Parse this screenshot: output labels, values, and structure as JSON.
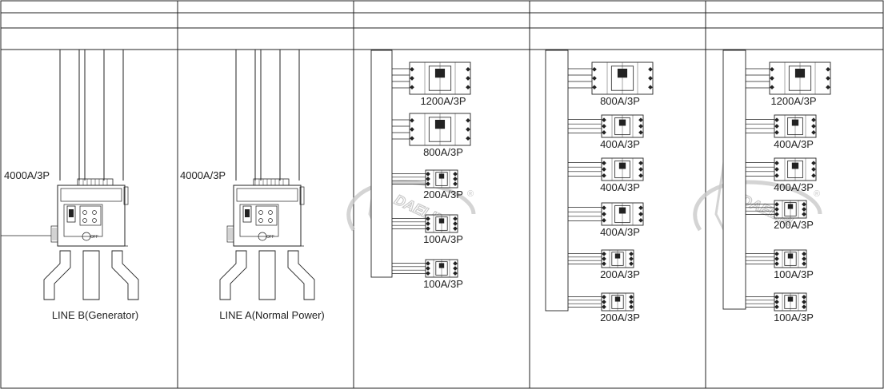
{
  "panels": [
    {
      "id": "gen",
      "incomer_label": "4000A/3P",
      "line_label": "LINE B(Generator)",
      "breaker_off_text": "OFF"
    },
    {
      "id": "normal",
      "incomer_label": "4000A/3P",
      "line_label": "LINE A(Normal Power)",
      "breaker_off_text": "OFF"
    },
    {
      "id": "feeder1",
      "feeders": [
        {
          "label": "1200A/3P",
          "size": "large"
        },
        {
          "label": "800A/3P",
          "size": "large"
        },
        {
          "label": "200A/3P",
          "size": "small"
        },
        {
          "label": "100A/3P",
          "size": "small"
        },
        {
          "label": "100A/3P",
          "size": "small"
        }
      ]
    },
    {
      "id": "feeder2",
      "feeders": [
        {
          "label": "800A/3P",
          "size": "large"
        },
        {
          "label": "400A/3P",
          "size": "medium"
        },
        {
          "label": "400A/3P",
          "size": "medium"
        },
        {
          "label": "400A/3P",
          "size": "medium"
        },
        {
          "label": "200A/3P",
          "size": "small"
        },
        {
          "label": "200A/3P",
          "size": "small"
        }
      ]
    },
    {
      "id": "feeder3",
      "feeders": [
        {
          "label": "1200A/3P",
          "size": "large"
        },
        {
          "label": "400A/3P",
          "size": "medium"
        },
        {
          "label": "400A/3P",
          "size": "medium"
        },
        {
          "label": "200A/3P",
          "size": "small"
        },
        {
          "label": "100A/3P",
          "size": "small"
        },
        {
          "label": "100A/3P",
          "size": "small"
        }
      ]
    }
  ],
  "watermark": {
    "text": "DAELIM",
    "mark": "®"
  },
  "colors": {
    "line": "#222222",
    "watermark": "#c9c9c9"
  }
}
